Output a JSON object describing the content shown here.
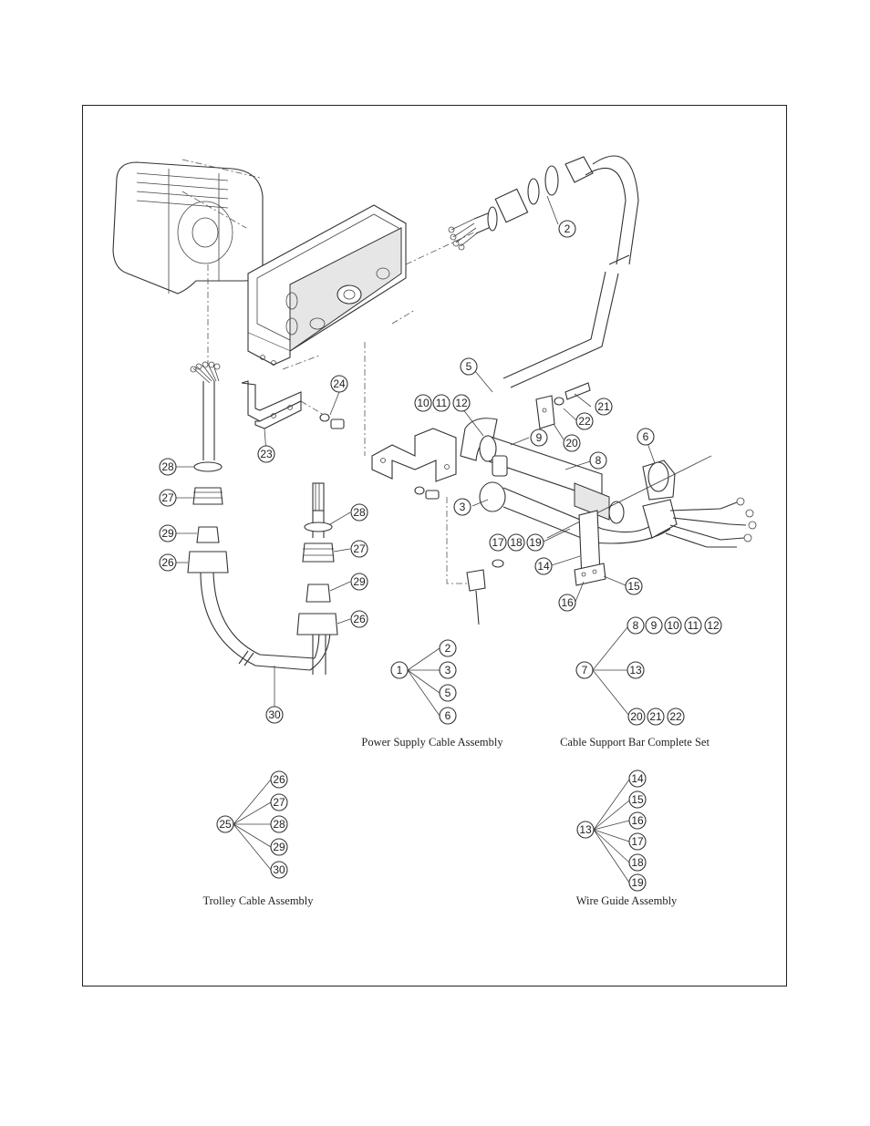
{
  "callouts": {
    "c2": "2",
    "c3": "3",
    "c5": "5",
    "c6": "6",
    "c8": "8",
    "c9": "9",
    "c10": "10",
    "c11": "11",
    "c12": "12",
    "c14": "14",
    "c15": "15",
    "c16": "16",
    "c17": "17",
    "c18": "18",
    "c19": "19",
    "c20": "20",
    "c21": "21",
    "c22": "22",
    "c23": "23",
    "c24": "24",
    "c26a": "26",
    "c26b": "26",
    "c27a": "27",
    "c27b": "27",
    "c28a": "28",
    "c28b": "28",
    "c29a": "29",
    "c29b": "29",
    "c30": "30"
  },
  "assemblies": {
    "power_supply": {
      "root": "1",
      "children": [
        "2",
        "3",
        "5",
        "6"
      ],
      "caption": "Power Supply Cable Assembly"
    },
    "support_bar": {
      "root": "7",
      "children_top": [
        "8",
        "9",
        "10",
        "11",
        "12"
      ],
      "child_mid": "13",
      "children_bottom": [
        "20",
        "21",
        "22"
      ],
      "caption": "Cable Support Bar Complete Set"
    },
    "trolley_cable": {
      "root": "25",
      "children": [
        "26",
        "27",
        "28",
        "29",
        "30"
      ],
      "caption": "Trolley Cable Assembly"
    },
    "wire_guide": {
      "root": "13",
      "children": [
        "14",
        "15",
        "16",
        "17",
        "18",
        "19"
      ],
      "caption": "Wire Guide Assembly"
    }
  }
}
